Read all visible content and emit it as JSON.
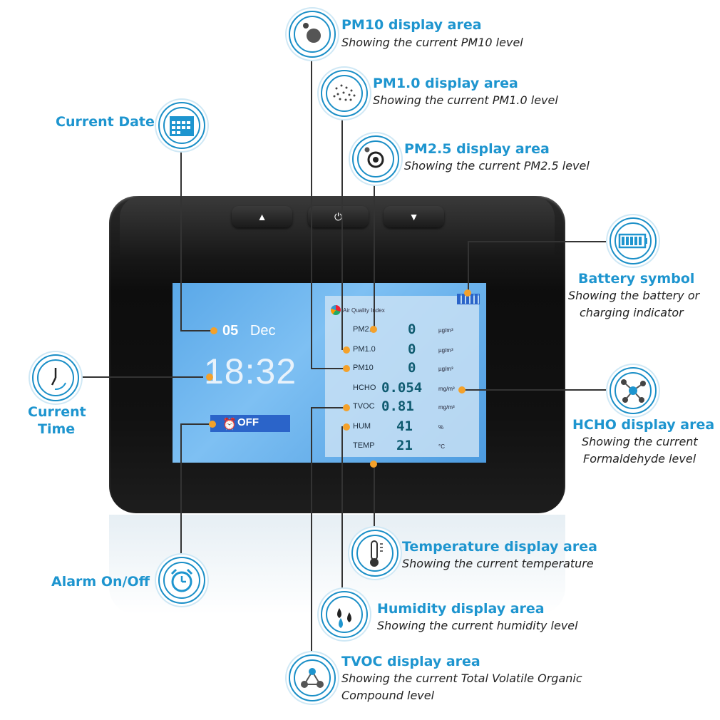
{
  "device": {
    "date_day": "05",
    "date_month": "Dec",
    "time": "18:32",
    "alarm_state": "OFF",
    "aqi_title": "Air Quality Index",
    "rows": [
      {
        "label": "PM2.5",
        "value": "0",
        "unit": "µg/m³"
      },
      {
        "label": "PM1.0",
        "value": "0",
        "unit": "µg/m³"
      },
      {
        "label": "PM10",
        "value": "0",
        "unit": "µg/m³"
      },
      {
        "label": "HCHO",
        "value": "0.054",
        "unit": "mg/m³"
      },
      {
        "label": "TVOC",
        "value": "0.81",
        "unit": "mg/m³"
      },
      {
        "label": "HUM",
        "value": "41",
        "unit": "%"
      },
      {
        "label": "TEMP",
        "value": "21",
        "unit": "°C"
      }
    ]
  },
  "callouts": {
    "pm10": {
      "title": "PM10 display area",
      "sub": "Showing the current PM10 level"
    },
    "pm1": {
      "title": "PM1.0 display area",
      "sub": "Showing the current PM1.0 level"
    },
    "pm25": {
      "title": "PM2.5 display area",
      "sub": "Showing the current PM2.5 level"
    },
    "date": {
      "title": "Current Date"
    },
    "battery": {
      "title": "Battery symbol",
      "sub1": "Showing the battery or",
      "sub2": "charging indicator"
    },
    "time": {
      "title1": "Current",
      "title2": "Time"
    },
    "hcho": {
      "title": "HCHO display area",
      "sub1": "Showing the current",
      "sub2": "Formaldehyde level"
    },
    "alarm": {
      "title": "Alarm On/Off"
    },
    "temp": {
      "title": "Temperature display area",
      "sub": "Showing the current temperature"
    },
    "hum": {
      "title": "Humidity display area",
      "sub": "Showing the current humidity level"
    },
    "tvoc": {
      "title": "TVOC display area",
      "sub1": "Showing the current Total Volatile Organic",
      "sub2": "Compound level"
    }
  },
  "colors": {
    "accent": "#1e95cf",
    "dot": "#f4a12a",
    "screen": "#5aa8e8"
  }
}
